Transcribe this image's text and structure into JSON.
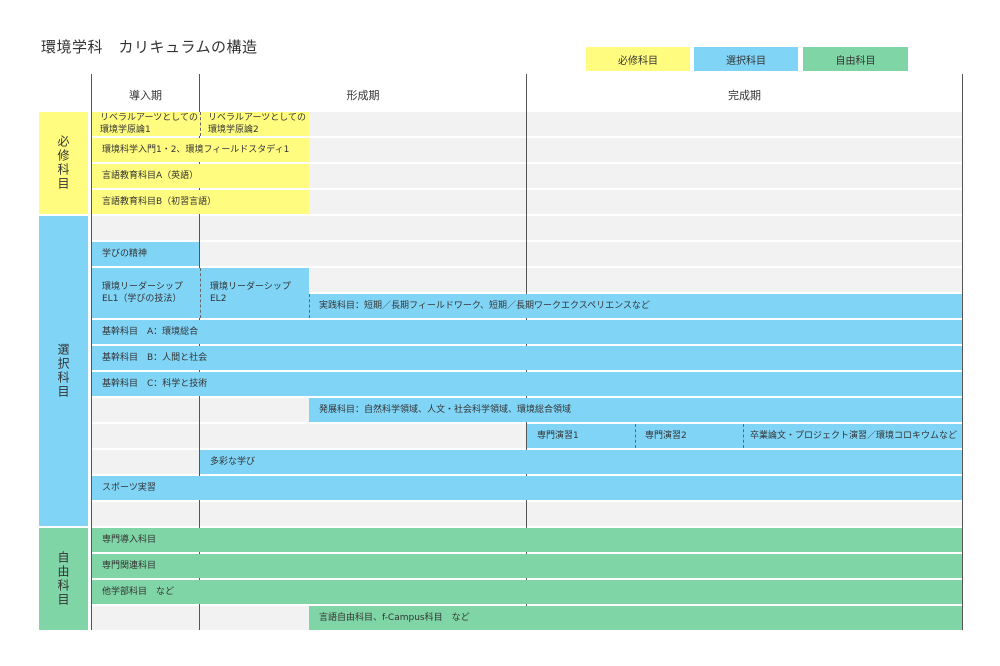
{
  "title": "環境学科　カリキュラムの構造",
  "colors": {
    "required": "#fffc80",
    "elective": "#80d5f7",
    "free": "#80d5a6",
    "band": "#f2f2f2"
  },
  "legend": [
    {
      "label": "必修科目"
    },
    {
      "label": "選択科目"
    },
    {
      "label": "自由科目"
    }
  ],
  "phases": [
    "導入期",
    "形成期",
    "完成期"
  ],
  "categories": [
    "必修科目",
    "選択科目",
    "自由科目"
  ],
  "courses": {
    "liberal_arts_1": "リベラルアーツとしての\n環境学原論1",
    "liberal_arts_2": "リベラルアーツとしての\n環境学原論2",
    "intro_field": "環境科学入門1・2、環境フィールドスタディ1",
    "language_a": "言語教育科目A（英語）",
    "language_b": "言語教育科目B（初習言語）",
    "spirit_of_learning": "学びの精神",
    "leadership_el1": "環境リーダーシップ\nEL1（学びの技法）",
    "leadership_el2": "環境リーダーシップ\nEL2",
    "practice": "実践科目：短期／長期フィールドワーク、短期／長期ワークエクスペリエンスなど",
    "core_a": "基幹科目　A：環境総合",
    "core_b": "基幹科目　B：人間と社会",
    "core_c": "基幹科目　C：科学と技術",
    "advanced": "発展科目：自然科学領域、人文・社会科学領域、環境総合領域",
    "seminar_1": "専門演習1",
    "seminar_2": "専門演習2",
    "graduation": "卒業論文・プロジェクト演習／環境コロキウムなど",
    "diverse_learning": "多彩な学び",
    "sports": "スポーツ実習",
    "specialized_intro": "専門導入科目",
    "specialized_related": "専門関連科目",
    "other_faculty": "他学部科目　など",
    "language_free": "言語自由科目、f-Campus科目　など"
  }
}
